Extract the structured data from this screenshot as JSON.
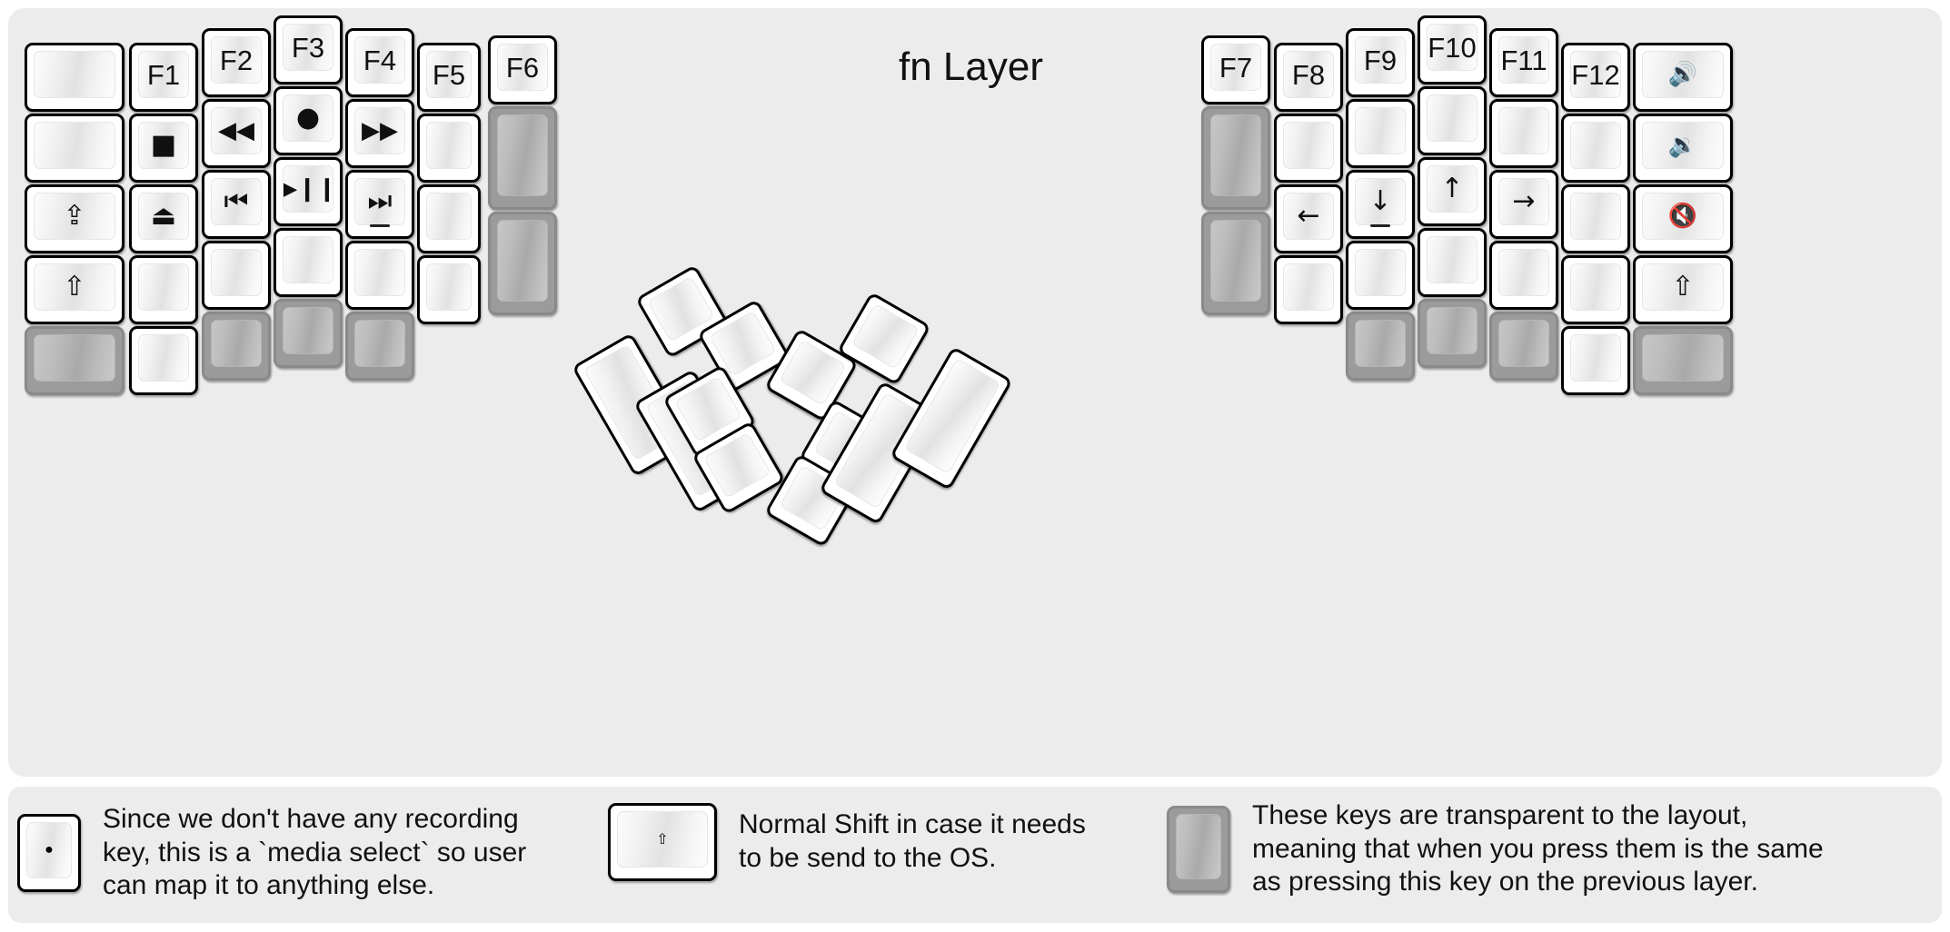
{
  "title": "fn Layer",
  "colors": {
    "canvas_bg": "#ececec",
    "key_face": "#ffffff",
    "key_border": "#000000",
    "transparent_key": "#9b9b9b",
    "label_text": "#111111"
  },
  "glyphs": {
    "stop": "■",
    "eject": "⏏",
    "record": "●",
    "rewind": "◀◀",
    "fast_forward": "▶▶",
    "prev_track": "⏮",
    "play_pause": "▶❙❙",
    "next_track": "⏭",
    "caps_lock": "⇪",
    "shift": "⇧",
    "volume_up": "🔊",
    "volume_down": "🔉",
    "mute": "🔇",
    "arrow_left": "←",
    "arrow_down": "↓",
    "arrow_up": "↑",
    "arrow_right": "→"
  },
  "left_half": {
    "columns": [
      {
        "name": "col-outer-left",
        "keys": [
          {
            "label": "",
            "kind": "blank"
          },
          {
            "label": "",
            "kind": "blank"
          },
          {
            "label": "⇪",
            "kind": "glyph",
            "name": "caps-lock-key"
          },
          {
            "label": "⇧",
            "kind": "glyph",
            "name": "shift-key"
          },
          {
            "label": "",
            "kind": "transparent"
          }
        ]
      },
      {
        "name": "col-f1",
        "keys": [
          {
            "label": "F1",
            "kind": "text",
            "name": "f1-key"
          },
          {
            "label": "■",
            "kind": "glyph",
            "name": "media-stop-key"
          },
          {
            "label": "⏏",
            "kind": "glyph",
            "name": "media-eject-key"
          },
          {
            "label": "",
            "kind": "blank"
          },
          {
            "label": "",
            "kind": "blank"
          }
        ]
      },
      {
        "name": "col-f2",
        "keys": [
          {
            "label": "F2",
            "kind": "text",
            "name": "f2-key"
          },
          {
            "label": "◀◀",
            "kind": "glyph",
            "name": "media-rewind-key"
          },
          {
            "label": "⏮",
            "kind": "glyph",
            "name": "media-prev-track-key"
          },
          {
            "label": "",
            "kind": "blank"
          },
          {
            "label": "",
            "kind": "transparent"
          }
        ]
      },
      {
        "name": "col-f3",
        "keys": [
          {
            "label": "F3",
            "kind": "text",
            "name": "f3-key"
          },
          {
            "label": "●",
            "kind": "glyph",
            "name": "media-record-key"
          },
          {
            "label": "▶❙❙",
            "kind": "glyph",
            "name": "media-play-pause-key"
          },
          {
            "label": "",
            "kind": "blank"
          },
          {
            "label": "",
            "kind": "transparent"
          }
        ]
      },
      {
        "name": "col-f4",
        "keys": [
          {
            "label": "F4",
            "kind": "text",
            "name": "f4-key"
          },
          {
            "label": "▶▶",
            "kind": "glyph",
            "name": "media-fast-forward-key"
          },
          {
            "label": "⏭",
            "kind": "glyph",
            "name": "media-next-track-key",
            "homing": true
          },
          {
            "label": "",
            "kind": "blank"
          },
          {
            "label": "",
            "kind": "transparent"
          }
        ]
      },
      {
        "name": "col-f5",
        "keys": [
          {
            "label": "F5",
            "kind": "text",
            "name": "f5-key"
          },
          {
            "label": "",
            "kind": "blank"
          },
          {
            "label": "",
            "kind": "blank"
          },
          {
            "label": "",
            "kind": "blank"
          }
        ]
      },
      {
        "name": "col-f6",
        "keys": [
          {
            "label": "F6",
            "kind": "text",
            "name": "f6-key"
          },
          {
            "label": "",
            "kind": "transparent",
            "tall": true
          },
          {
            "label": "",
            "kind": "transparent",
            "tall": true
          }
        ]
      }
    ],
    "thumb_cluster": [
      {
        "name": "thumb-l-1",
        "kind": "blank"
      },
      {
        "name": "thumb-l-2",
        "kind": "blank"
      },
      {
        "name": "thumb-l-3",
        "kind": "blank"
      },
      {
        "name": "thumb-l-4",
        "kind": "blank"
      },
      {
        "name": "thumb-l-5",
        "kind": "blank"
      },
      {
        "name": "thumb-l-6",
        "kind": "blank"
      }
    ]
  },
  "right_half": {
    "columns": [
      {
        "name": "col-f7",
        "keys": [
          {
            "label": "F7",
            "kind": "text",
            "name": "f7-key"
          },
          {
            "label": "",
            "kind": "transparent",
            "tall": true
          },
          {
            "label": "",
            "kind": "transparent",
            "tall": true
          }
        ]
      },
      {
        "name": "col-f8",
        "keys": [
          {
            "label": "F8",
            "kind": "text",
            "name": "f8-key"
          },
          {
            "label": "",
            "kind": "blank"
          },
          {
            "label": "←",
            "kind": "glyph",
            "name": "arrow-left-key"
          },
          {
            "label": "",
            "kind": "blank"
          }
        ]
      },
      {
        "name": "col-f9",
        "keys": [
          {
            "label": "F9",
            "kind": "text",
            "name": "f9-key"
          },
          {
            "label": "",
            "kind": "blank"
          },
          {
            "label": "↓",
            "kind": "glyph",
            "name": "arrow-down-key",
            "homing": true
          },
          {
            "label": "",
            "kind": "blank"
          },
          {
            "label": "",
            "kind": "transparent"
          }
        ]
      },
      {
        "name": "col-f10",
        "keys": [
          {
            "label": "F10",
            "kind": "text",
            "name": "f10-key"
          },
          {
            "label": "",
            "kind": "blank"
          },
          {
            "label": "↑",
            "kind": "glyph",
            "name": "arrow-up-key"
          },
          {
            "label": "",
            "kind": "blank"
          },
          {
            "label": "",
            "kind": "transparent"
          }
        ]
      },
      {
        "name": "col-f11",
        "keys": [
          {
            "label": "F11",
            "kind": "text",
            "name": "f11-key"
          },
          {
            "label": "",
            "kind": "blank"
          },
          {
            "label": "→",
            "kind": "glyph",
            "name": "arrow-right-key"
          },
          {
            "label": "",
            "kind": "blank"
          },
          {
            "label": "",
            "kind": "transparent"
          }
        ]
      },
      {
        "name": "col-f12",
        "keys": [
          {
            "label": "F12",
            "kind": "text",
            "name": "f12-key"
          },
          {
            "label": "",
            "kind": "blank"
          },
          {
            "label": "",
            "kind": "blank"
          },
          {
            "label": "",
            "kind": "blank"
          },
          {
            "label": "",
            "kind": "blank"
          }
        ]
      },
      {
        "name": "col-outer-right",
        "keys": [
          {
            "label": "🔊",
            "kind": "glyph",
            "name": "volume-up-key"
          },
          {
            "label": "🔉",
            "kind": "glyph",
            "name": "volume-down-key"
          },
          {
            "label": "🔇",
            "kind": "glyph",
            "name": "volume-mute-key"
          },
          {
            "label": "⇧",
            "kind": "glyph",
            "name": "shift-key"
          },
          {
            "label": "",
            "kind": "transparent"
          }
        ]
      }
    ],
    "thumb_cluster": [
      {
        "name": "thumb-r-1",
        "kind": "blank"
      },
      {
        "name": "thumb-r-2",
        "kind": "blank"
      },
      {
        "name": "thumb-r-3",
        "kind": "blank"
      },
      {
        "name": "thumb-r-4",
        "kind": "blank"
      },
      {
        "name": "thumb-r-5",
        "kind": "blank"
      },
      {
        "name": "thumb-r-6",
        "kind": "blank"
      }
    ]
  },
  "legend": [
    {
      "key_glyph": "●",
      "key_style": "normal",
      "text": "Since we don't have any recording\nkey, this is a `media select` so user\ncan map it to anything else."
    },
    {
      "key_glyph": "⇧",
      "key_style": "normal",
      "text": "Normal Shift in case it needs\nto be send to the OS."
    },
    {
      "key_glyph": "",
      "key_style": "transparent",
      "text": "These keys are transparent to the layout,\nmeaning that when you press them is the same\nas pressing this key on the previous layer."
    }
  ]
}
